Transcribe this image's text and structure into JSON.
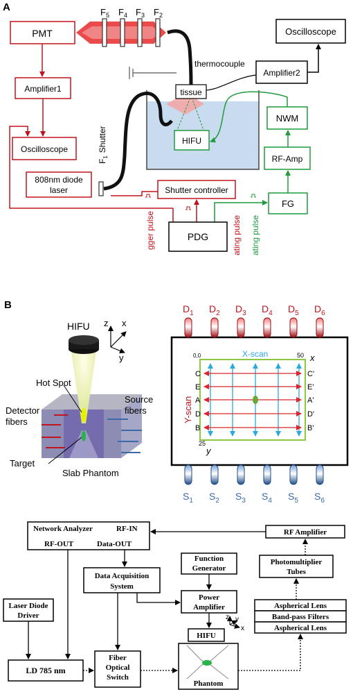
{
  "panel_a": {
    "label": "A",
    "filters": [
      "F",
      "F",
      "F",
      "F"
    ],
    "filter_subs": [
      "5",
      "4",
      "3",
      "2"
    ],
    "pmt": "PMT",
    "amplifier1": "Amplifier1",
    "oscilloscope_left": "Oscilloscope",
    "laser": [
      "808nm diode",
      "laser"
    ],
    "shutter_label": "Shutter",
    "shutter_f": "F",
    "shutter_f_sub": "1",
    "oscilloscope_right": "Oscilloscope",
    "thermocouple": "thermocouple",
    "amplifier2": "Amplifier2",
    "tissue": "tissue",
    "hifu": "HIFU",
    "nwm": "NWM",
    "rf_amp": "RF-Amp",
    "fg": "FG",
    "shutter_controller": "Shutter controller",
    "pdg": "PDG",
    "trigger_pulse": "gger pulse",
    "gating_pulse_red": "ating pulse",
    "gating_pulse_green": "ating pulse",
    "colors": {
      "red": "#c0141c",
      "green": "#1f9a3c",
      "tank": "#c9dbef"
    }
  },
  "panel_b": {
    "label": "B",
    "hifu": "HIFU",
    "axis_z": "z",
    "axis_x": "x",
    "axis_y": "y",
    "hot_spot": "Hot Spot",
    "detector_fibers": [
      "Detector",
      "fibers"
    ],
    "source_fibers": [
      "Source",
      "fibers"
    ],
    "target": "Target",
    "slab_phantom": "Slab Phantom",
    "detectors": [
      "D",
      "D",
      "D",
      "D",
      "D",
      "D"
    ],
    "detector_subs": [
      "1",
      "2",
      "3",
      "4",
      "5",
      "6"
    ],
    "sources": [
      "S",
      "S",
      "S",
      "S",
      "S",
      "S"
    ],
    "source_subs": [
      "1",
      "2",
      "3",
      "4",
      "5",
      "6"
    ],
    "x_scan": "X-scan",
    "y_scan": "Y-scan",
    "grid_origin": "0,0",
    "grid_x_max": "50",
    "grid_x_axis": "x",
    "grid_y_max": "25",
    "grid_y_axis": "y",
    "rows_left": [
      "C",
      "E",
      "A",
      "D",
      "B"
    ],
    "rows_right": [
      "C'",
      "E'",
      "A'",
      "D'",
      "B'"
    ],
    "colors": {
      "detector": "#c0141c",
      "source": "#3a6aa8",
      "blue": "#2aa8e0",
      "grid": "#8dc63f"
    }
  },
  "panel_c": {
    "network_analyzer": "Network Analyzer",
    "rf_in": "RF-IN",
    "rf_out": "RF-OUT",
    "data_out": "Data-OUT",
    "rf_amplifier": "RF Amplifier",
    "function_generator": [
      "Function",
      "Generator"
    ],
    "photomultiplier": [
      "Photomultiplier",
      "Tubes"
    ],
    "daq": [
      "Data Acquisition",
      "System"
    ],
    "laser_driver": [
      "Laser Diode",
      "Driver"
    ],
    "power_amplifier": [
      "Power",
      "Amplifier"
    ],
    "aspherical_lens_1": "Aspherical Lens",
    "bandpass": "Band-pass Filters",
    "aspherical_lens_2": "Aspherical Lens",
    "hifu": "HIFU",
    "axis_z": "z",
    "axis_y": "y",
    "axis_x": "x",
    "ld": "LD 785 nm",
    "fiber_switch": [
      "Fiber",
      "Optical",
      "Switch"
    ],
    "phantom": "Phantom"
  }
}
